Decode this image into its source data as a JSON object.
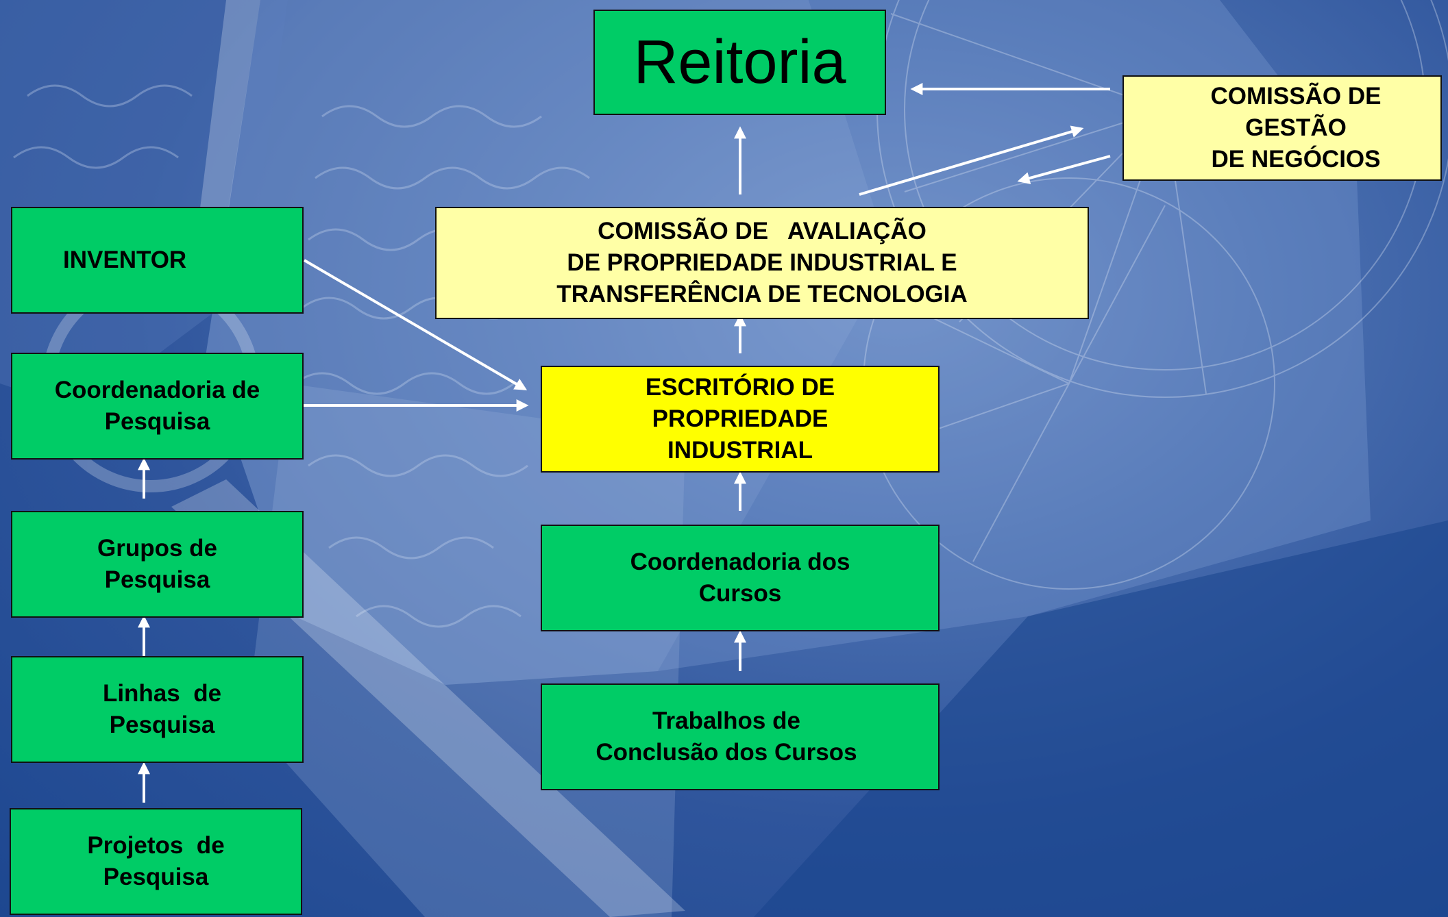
{
  "diagram": {
    "nodes": {
      "reitoria": [
        "Reitoria"
      ],
      "comissao_gestao": [
        "COMISSÃO DE",
        "GESTÃO",
        "DE NEGÓCIOS"
      ],
      "comissao_avaliacao": [
        "COMISSÃO DE   AVALIAÇÃO",
        "DE PROPRIEDADE INDUSTRIAL E",
        "TRANSFERÊNCIA DE TECNOLOGIA"
      ],
      "inventor": [
        "INVENTOR"
      ],
      "escritorio": [
        "ESCRITÓRIO DE",
        "PROPRIEDADE",
        "INDUSTRIAL"
      ],
      "coordenadoria_pesquisa": [
        "Coordenadoria de",
        "Pesquisa"
      ],
      "grupos_pesquisa": [
        "Grupos de",
        "Pesquisa"
      ],
      "coordenadoria_cursos": [
        "Coordenadoria dos",
        "Cursos"
      ],
      "linhas_pesquisa": [
        "Linhas  de",
        "Pesquisa"
      ],
      "trabalhos_conclusao": [
        "Trabalhos de",
        "Conclusão dos Cursos"
      ],
      "projetos_pesquisa": [
        "Projetos  de",
        "Pesquisa"
      ]
    },
    "edges": [
      {
        "from": "comissao_avaliacao",
        "to": "reitoria"
      },
      {
        "from": "comissao_gestao",
        "to": "reitoria"
      },
      {
        "from": "comissao_avaliacao",
        "to": "comissao_gestao"
      },
      {
        "from": "comissao_gestao",
        "to": "comissao_avaliacao"
      },
      {
        "from": "inventor",
        "to": "escritorio"
      },
      {
        "from": "coordenadoria_pesquisa",
        "to": "escritorio"
      },
      {
        "from": "escritorio",
        "to": "comissao_avaliacao"
      },
      {
        "from": "coordenadoria_cursos",
        "to": "escritorio"
      },
      {
        "from": "trabalhos_conclusao",
        "to": "coordenadoria_cursos"
      },
      {
        "from": "grupos_pesquisa",
        "to": "coordenadoria_pesquisa"
      },
      {
        "from": "linhas_pesquisa",
        "to": "grupos_pesquisa"
      },
      {
        "from": "projetos_pesquisa",
        "to": "linhas_pesquisa"
      }
    ]
  },
  "colors": {
    "green_box": "#00cc66",
    "pale_yellow_box": "#ffffa6",
    "yellow_box": "#ffff00",
    "arrow": "#ffffff",
    "background": "#2f559c"
  }
}
